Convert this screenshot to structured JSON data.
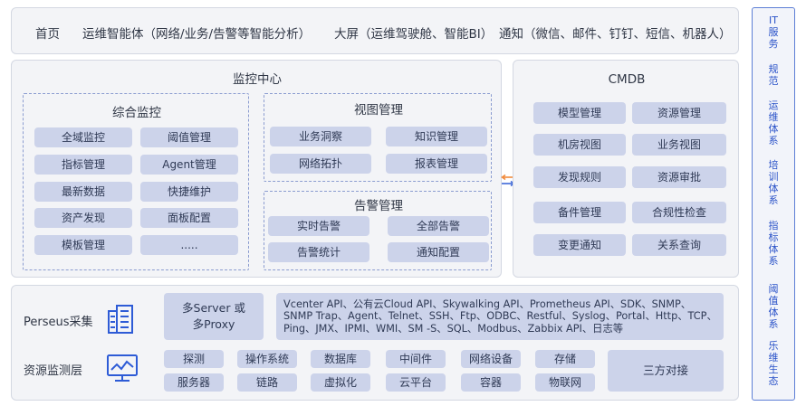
{
  "top_bar": {
    "items": [
      "首页",
      "运维智能体（网络/业务/告警等智能分析）",
      "大屏（运维驾驶舱、智能BI）",
      "通知（微信、邮件、钉钉、短信、机器人）"
    ]
  },
  "monitor_center": {
    "title": "监控中心",
    "comprehensive": {
      "title": "综合监控",
      "items": [
        "全域监控",
        "阈值管理",
        "指标管理",
        "Agent管理",
        "最新数据",
        "快捷维护",
        "资产发现",
        "面板配置",
        "模板管理",
        "....."
      ]
    },
    "view_mgmt": {
      "title": "视图管理",
      "items": [
        "业务洞察",
        "知识管理",
        "网络拓扑",
        "报表管理"
      ]
    },
    "alert_mgmt": {
      "title": "告警管理",
      "items": [
        "实时告警",
        "全部告警",
        "告警统计",
        "通知配置"
      ]
    }
  },
  "cmdb": {
    "title": "CMDB",
    "items": [
      "模型管理",
      "资源管理",
      "机房视图",
      "业务视图",
      "发现规则",
      "资源审批",
      "备件管理",
      "合规性检查",
      "变更通知",
      "关系查询"
    ]
  },
  "collection": {
    "perseus_label": "Perseus采集",
    "resource_label": "资源监测层",
    "server_proxy": [
      "多Server 或",
      "多Proxy"
    ],
    "protocols": [
      "Vcenter API、公有云Cloud API、Skywalking API、Prometheus API、SDK、SNMP、",
      "SNMP Trap、Agent、Telnet、SSH、Ftp、ODBC、Restful、Syslog、Portal、Http、TCP、",
      "Ping、JMX、IPMI、WMI、SM -S、SQL、Modbus、Zabbix API、日志等"
    ],
    "resources": [
      "探测",
      "操作系统",
      "数据库",
      "中间件",
      "网络设备",
      "存储",
      "服务器",
      "链路",
      "虚拟化",
      "云平台",
      "容器",
      "物联网"
    ],
    "third_party": "三方对接"
  },
  "sidebar": {
    "groups": [
      "IT服务",
      "规范",
      "运维体系",
      "培训体系",
      "指标体系",
      "阈值体系",
      "乐维生态"
    ]
  },
  "colors": {
    "panel_bg": "#f3f4f7",
    "tag_bg": "#ccd3ea",
    "dash_border": "#8b9cd0",
    "arrow_orange": "#f08a3c",
    "arrow_blue": "#3d68d8",
    "icon_blue": "#2d5bd6"
  },
  "icons": [
    "building-icon",
    "monitor-chart-icon",
    "sync-arrows-icon"
  ]
}
